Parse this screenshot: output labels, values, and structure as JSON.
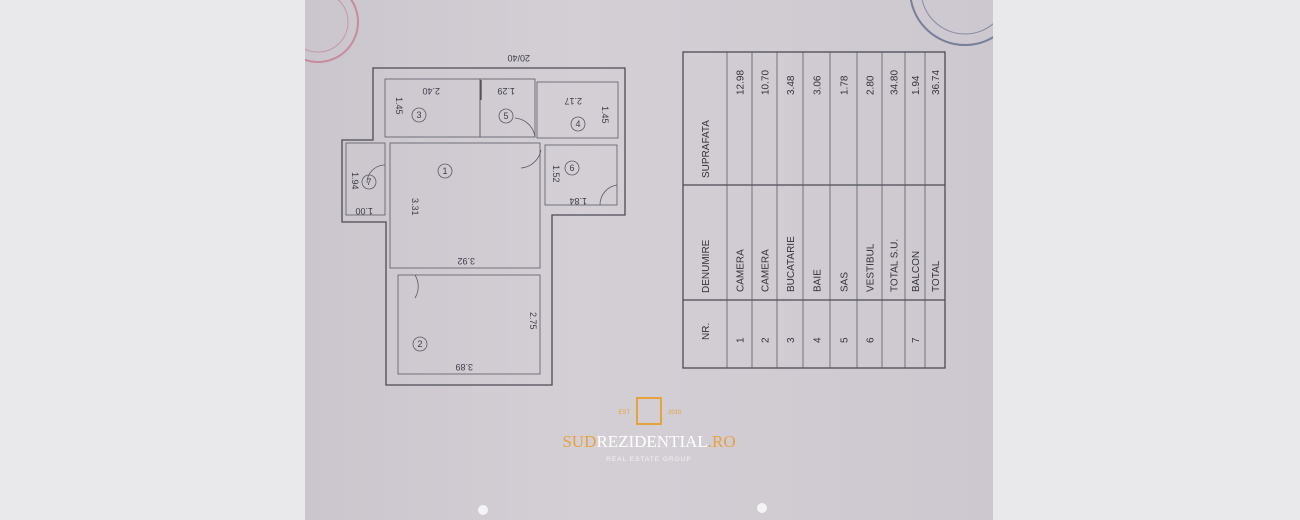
{
  "plan": {
    "orientation_label": "20/40",
    "rooms": [
      "1",
      "2",
      "3",
      "4",
      "5",
      "6",
      "7"
    ],
    "dimensions": {
      "r3_height": "1.45",
      "r3_width": "2.40",
      "r5_width": "1.29",
      "r4_width": "2.17",
      "r4_height": "1.45",
      "r6_height": "1.52",
      "r6_width": "1.84",
      "r7_height": "1.94",
      "r7_width": "1.00",
      "r1_height": "3.31",
      "r1_width": "3.92",
      "r2_height": "2.75",
      "r2_width": "3.89"
    }
  },
  "table": {
    "headers": {
      "nr": "NR.",
      "name": "DENUMIRE",
      "area": "SUPRAFATA"
    },
    "rows": [
      {
        "nr": "1",
        "name": "CAMERA",
        "area": "12.98"
      },
      {
        "nr": "2",
        "name": "CAMERA",
        "area": "10.70"
      },
      {
        "nr": "3",
        "name": "BUCATARIE",
        "area": "3.48"
      },
      {
        "nr": "4",
        "name": "BAIE",
        "area": "3.06"
      },
      {
        "nr": "5",
        "name": "SAS",
        "area": "1.78"
      },
      {
        "nr": "6",
        "name": "VESTIBUL",
        "area": "2.80"
      },
      {
        "nr": "",
        "name": "TOTAL S.U.",
        "area": "34.80"
      },
      {
        "nr": "7",
        "name": "BALCON",
        "area": "1.94"
      },
      {
        "nr": "",
        "name": "TOTAL",
        "area": "36.74"
      }
    ]
  },
  "watermark": {
    "prefix": "SUD",
    "name": "REZIDENTIAL",
    "suffix": ".RO",
    "tagline": "REAL ESTATE GROUP",
    "est": "EST",
    "year": "2010"
  },
  "colors": {
    "gold": "#e6a23c",
    "ink": "#4b4a55"
  }
}
